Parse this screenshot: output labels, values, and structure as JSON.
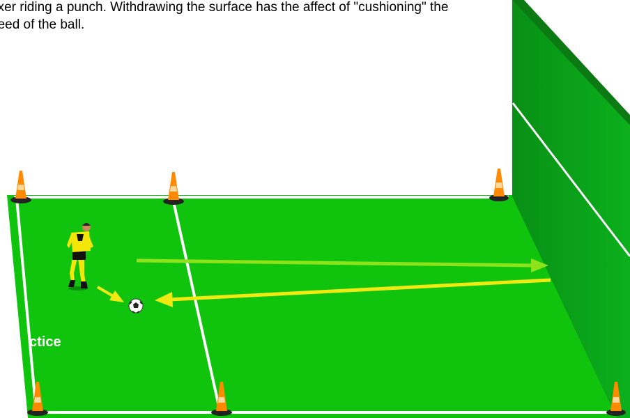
{
  "caption": {
    "line1": "oxer riding a punch. Withdrawing the surface has the affect of \"cushioning\" the",
    "line2": "peed of the ball."
  },
  "diagram": {
    "label": "ctice"
  },
  "colors": {
    "pitch": "#10c40e",
    "wall": "#099c16",
    "line": "#ffffff",
    "cone": "#ff8a00",
    "arrow": "#f0ea12",
    "arrow_faded": "#8ee21c",
    "player_shirt": "#f5e60a"
  },
  "icons": [
    "cone-icon",
    "player-icon",
    "ball-icon",
    "arrow-icon"
  ]
}
